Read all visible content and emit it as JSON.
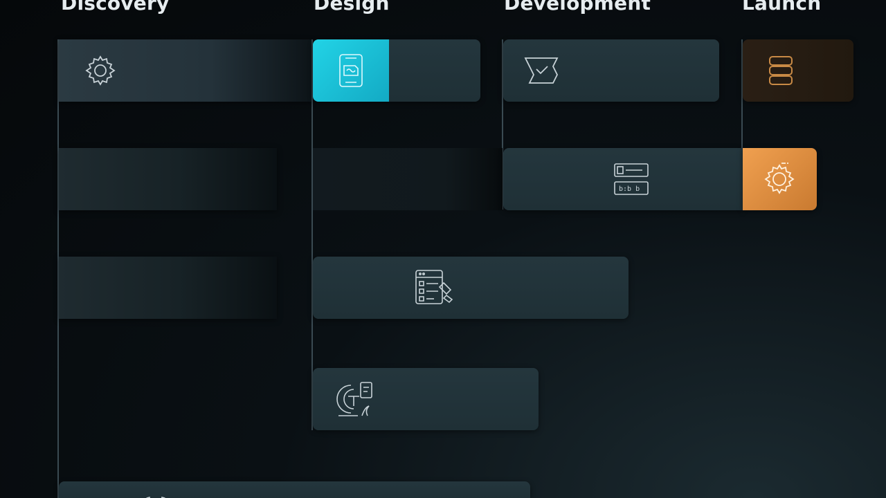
{
  "phases": [
    {
      "id": "discovery",
      "title": "Discovery"
    },
    {
      "id": "design",
      "title": "Design"
    },
    {
      "id": "development",
      "title": "Development"
    },
    {
      "id": "launch",
      "title": "Launch"
    }
  ],
  "icons": {
    "discovery_row1": "gear-icon",
    "design_row1": "device-pen-icon",
    "development_row1": "code-window-icon",
    "development_row2": "form-fields-icon",
    "launch_row1": "database-icon",
    "launch_row2": "gear-icon",
    "design_row3": "checklist-icon",
    "design_row4": "typography-icon"
  },
  "colors": {
    "accent_cyan": "#1fc3dc",
    "accent_amber": "#e0903f",
    "task_bg": "#22343a",
    "title_text": "#e6ecef"
  }
}
